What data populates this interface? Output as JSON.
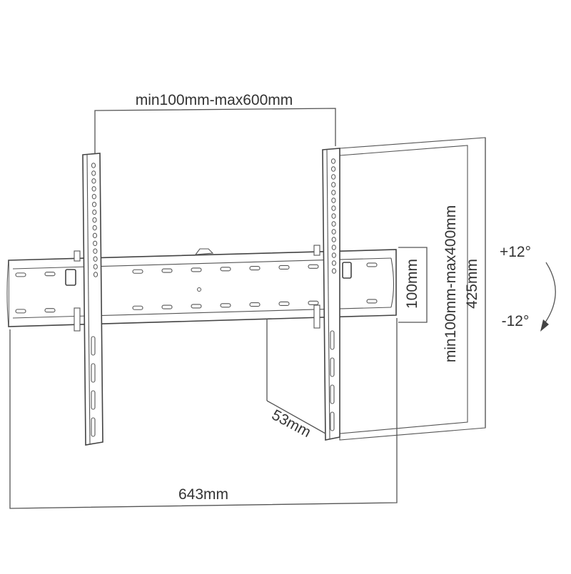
{
  "dimensions": {
    "vesa_width": "min100mm-max600mm",
    "vesa_height": "min100mm-max400mm",
    "plate_height": "100mm",
    "arm_height": "425mm",
    "depth": "53mm",
    "total_width": "643mm"
  },
  "tilt": {
    "up": "+12°",
    "down": "-12°"
  },
  "colors": {
    "line": "#444444",
    "text": "#333333",
    "background": "#ffffff"
  }
}
